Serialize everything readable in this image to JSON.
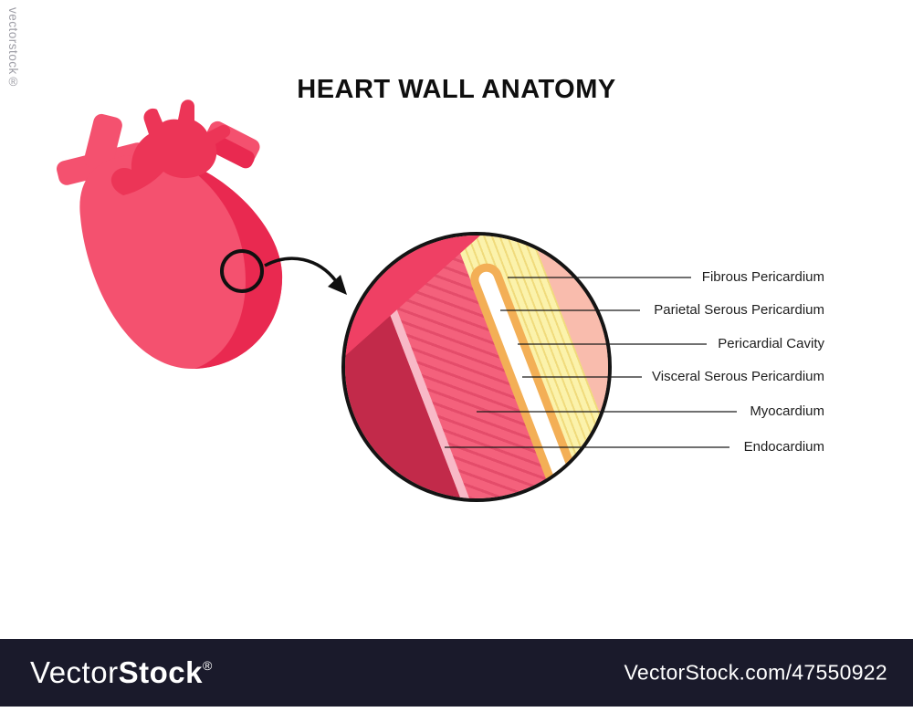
{
  "title": "HEART WALL ANATOMY",
  "labels": [
    "Fibrous Pericardium",
    "Parietal Serous Pericardium",
    "Pericardial Cavity",
    "Visceral Serous Pericardium",
    "Myocardium",
    "Endocardium"
  ],
  "watermark": {
    "side": "vectorstock®",
    "brand_light": "Vector",
    "brand_bold": "Stock",
    "reg": "®",
    "ref": "VectorStock.com/47550922"
  },
  "colors": {
    "heart_light": "#F4516F",
    "heart_dark": "#E92950",
    "aorta_red": "#EC3557",
    "epicardium_red": "#EF4064",
    "myocardium_pink": "#F4617C",
    "endocardium_pink": "#F8B9C7",
    "chamber_dark_red": "#C22A4A",
    "serous_orange": "#F3AF56",
    "fibrous_yellow": "#FBF2AB",
    "outer_salmon": "#F9BCAD",
    "footer_bg": "#1A1A2B",
    "line_black": "#1a1a1a"
  }
}
